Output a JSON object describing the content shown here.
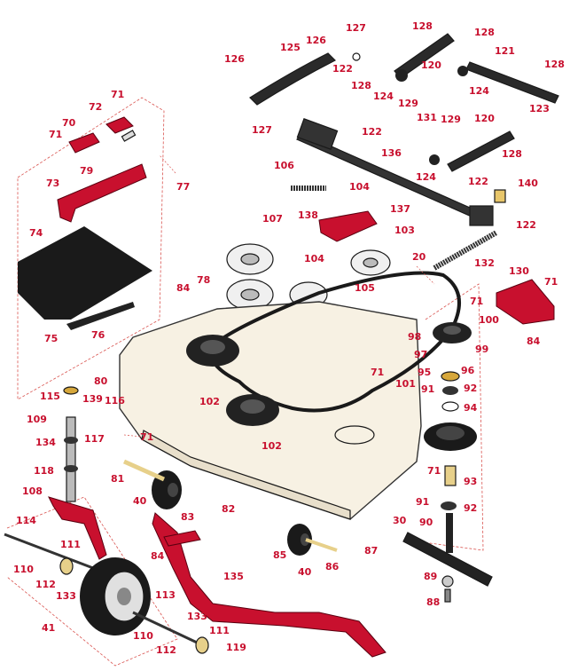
{
  "diagram": {
    "labels": [
      "20",
      "30",
      "40",
      "40",
      "41",
      "70",
      "71",
      "71",
      "71",
      "71",
      "71",
      "71",
      "71",
      "72",
      "73",
      "74",
      "75",
      "76",
      "77",
      "78",
      "79",
      "80",
      "81",
      "82",
      "83",
      "84",
      "84",
      "84",
      "85",
      "86",
      "87",
      "88",
      "89",
      "90",
      "91",
      "91",
      "92",
      "92",
      "93",
      "94",
      "95",
      "96",
      "97",
      "98",
      "99",
      "100",
      "101",
      "102",
      "102",
      "103",
      "104",
      "104",
      "105",
      "106",
      "107",
      "108",
      "109",
      "110",
      "110",
      "111",
      "111",
      "112",
      "112",
      "113",
      "114",
      "115",
      "116",
      "117",
      "118",
      "119",
      "120",
      "120",
      "121",
      "122",
      "122",
      "122",
      "122",
      "123",
      "124",
      "124",
      "124",
      "125",
      "126",
      "126",
      "127",
      "127",
      "128",
      "128",
      "128",
      "128",
      "128",
      "129",
      "129",
      "130",
      "131",
      "132",
      "133",
      "133",
      "134",
      "135",
      "136",
      "137",
      "138",
      "139",
      "140"
    ],
    "colors": {
      "label": "#c8102e",
      "part_red": "#c8102e",
      "part_dark": "#1a1a1a",
      "deck": "#f7f1e3"
    }
  }
}
